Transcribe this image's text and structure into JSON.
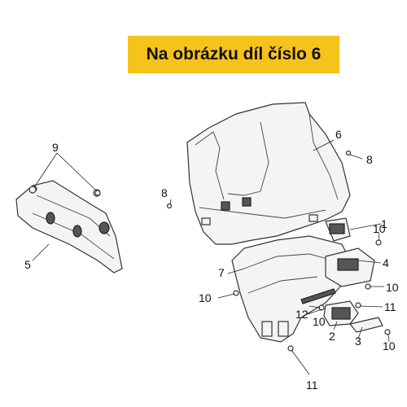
{
  "banner": {
    "text": "Na obrázku díl číslo 6",
    "color": "#f6c21c"
  },
  "callouts": {
    "c1": "1",
    "c2": "2",
    "c3": "3",
    "c4": "4",
    "c5": "5",
    "c6": "6",
    "c7": "7",
    "c8a": "8",
    "c8b": "8",
    "c9": "9",
    "c10a": "10",
    "c10b": "10",
    "c10c": "10",
    "c10d": "10",
    "c10e": "10",
    "c11a": "11",
    "c11b": "11",
    "c12": "12"
  }
}
